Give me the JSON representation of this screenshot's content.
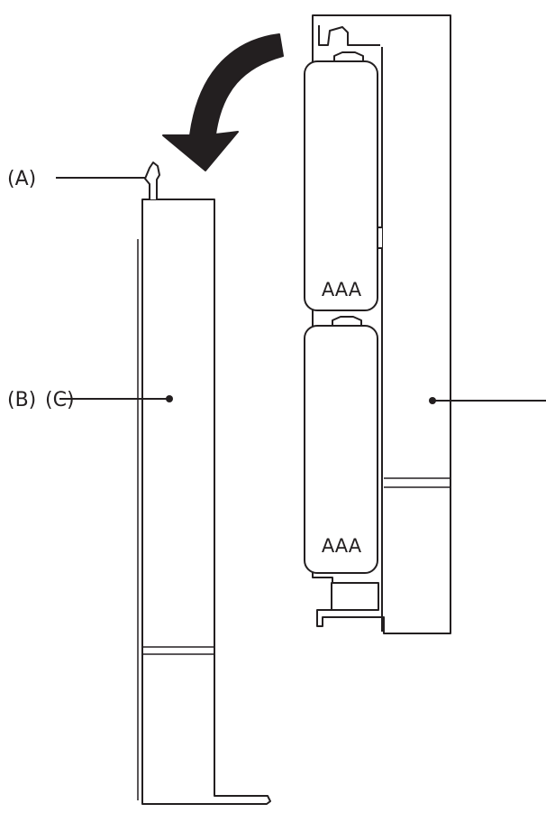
{
  "callouts": {
    "a": "(A)",
    "b": "(B)",
    "c": "(C)"
  },
  "batteries": {
    "top_label": "AAA",
    "bottom_label": "AAA"
  },
  "colors": {
    "ink": "#231f20",
    "paper": "#ffffff"
  },
  "icons": [
    "rotate-arrow-icon"
  ]
}
